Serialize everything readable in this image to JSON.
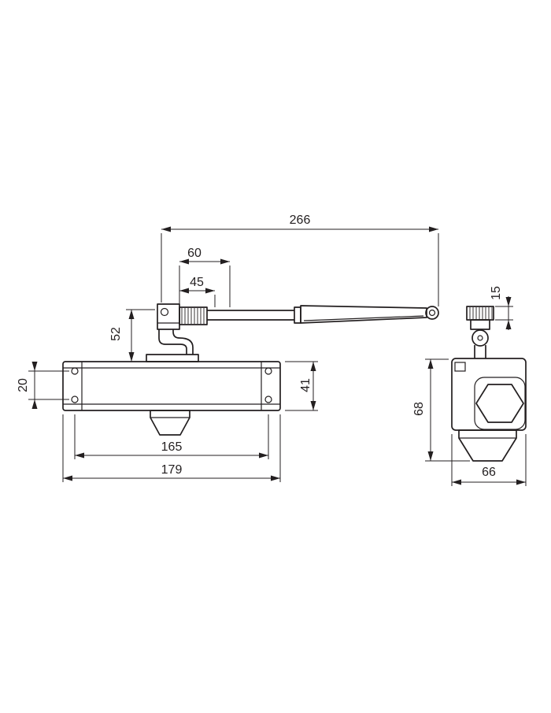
{
  "colors": {
    "ink": "#231f20",
    "bg": "#ffffff"
  },
  "dims": {
    "d266": "266",
    "d60": "60",
    "d45": "45",
    "d15": "15",
    "d52": "52",
    "d20": "20",
    "d41": "41",
    "d68": "68",
    "d165": "165",
    "d179": "179",
    "d66": "66"
  }
}
